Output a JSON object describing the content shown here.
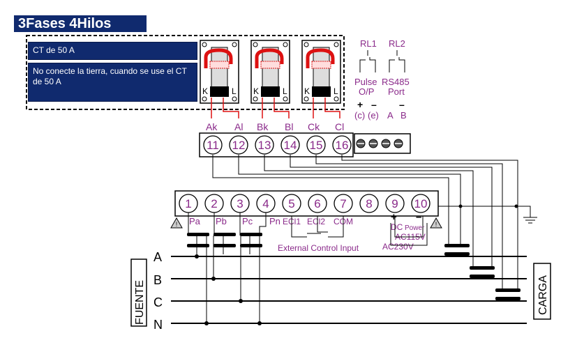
{
  "title": "3Fases 4Hilos",
  "notes": {
    "ct": "CT de 50 A",
    "warning": "No conecte la tierra, cuando se use el CT de 50 A"
  },
  "ct_terminals": {
    "k": "K",
    "l": "L"
  },
  "relays": {
    "rl1": "RL1",
    "rl2": "RL2",
    "pulse": "Pulse",
    "op": "O/P",
    "rs485": "RS485",
    "port": "Port",
    "plus": "+",
    "minus": "–",
    "c": "(c)",
    "e": "(e)",
    "a": "A",
    "b": "B"
  },
  "top_labels": [
    "Ak",
    "Al",
    "Bk",
    "Bl",
    "Ck",
    "Cl"
  ],
  "top_terminals": [
    "11",
    "12",
    "13",
    "14",
    "15",
    "16"
  ],
  "bottom_terminals": [
    "1",
    "2",
    "3",
    "4",
    "5",
    "6",
    "7",
    "8",
    "9",
    "10"
  ],
  "bottom_labels": {
    "pa": "Pa",
    "pb": "Pb",
    "pc": "Pc",
    "pn": "Pn",
    "ecl1": "ECl1",
    "ecl2": "ECl2",
    "com": "COM",
    "dc": "DC",
    "power": "Power",
    "plus": "+",
    "minus": "–",
    "ac115": "AC115V",
    "ac230": "AC230V",
    "ext_ctrl": "External Control Input"
  },
  "lines": {
    "a": "A",
    "b": "B",
    "c": "C",
    "n": "N"
  },
  "source": "FUENTE",
  "load": "CARGA"
}
